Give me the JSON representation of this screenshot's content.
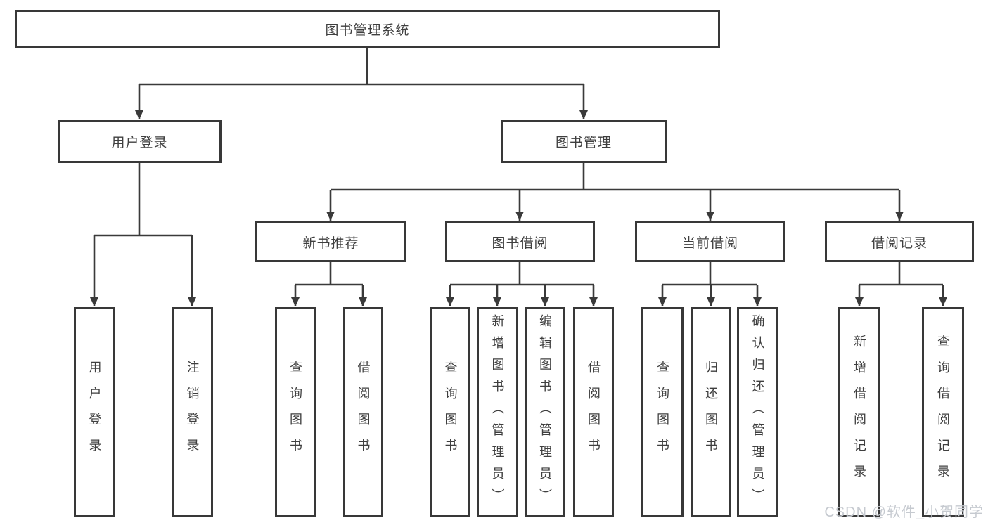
{
  "nodes": {
    "root": "图书管理系统",
    "user_login": "用户登录",
    "book_mgmt": "图书管理",
    "new_book_rec": "新书推荐",
    "book_borrow": "图书借阅",
    "current_borrow": "当前借阅",
    "borrow_records": "借阅记录",
    "leaf_user_login": "用户登录",
    "leaf_logout": "注销登录",
    "leaf_query_books_1": "查询图书",
    "leaf_borrow_books_1": "借阅图书",
    "leaf_query_books_2": "查询图书",
    "leaf_add_books": "新增图书（管理员）",
    "leaf_edit_books": "编辑图书（管理员）",
    "leaf_borrow_books_2": "借阅图书",
    "leaf_query_books_3": "查询图书",
    "leaf_return_books": "归还图书",
    "leaf_confirm_return": "确认归还（管理员）",
    "leaf_add_record": "新增借阅记录",
    "leaf_query_record": "查询借阅记录"
  },
  "hierarchy": {
    "图书管理系统": {
      "用户登录": [
        "用户登录",
        "注销登录"
      ],
      "图书管理": {
        "新书推荐": [
          "查询图书",
          "借阅图书"
        ],
        "图书借阅": [
          "查询图书",
          "新增图书（管理员）",
          "编辑图书（管理员）",
          "借阅图书"
        ],
        "当前借阅": [
          "查询图书",
          "归还图书",
          "确认归还（管理员）"
        ],
        "借阅记录": [
          "新增借阅记录",
          "查询借阅记录"
        ]
      }
    }
  },
  "watermark": "CSDN @软件_小贺同学",
  "colors": {
    "line": "#3a3a3a",
    "box_border": "#383838",
    "text": "#3f3f3f",
    "watermark": "#c6cad0",
    "background": "#ffffff"
  }
}
